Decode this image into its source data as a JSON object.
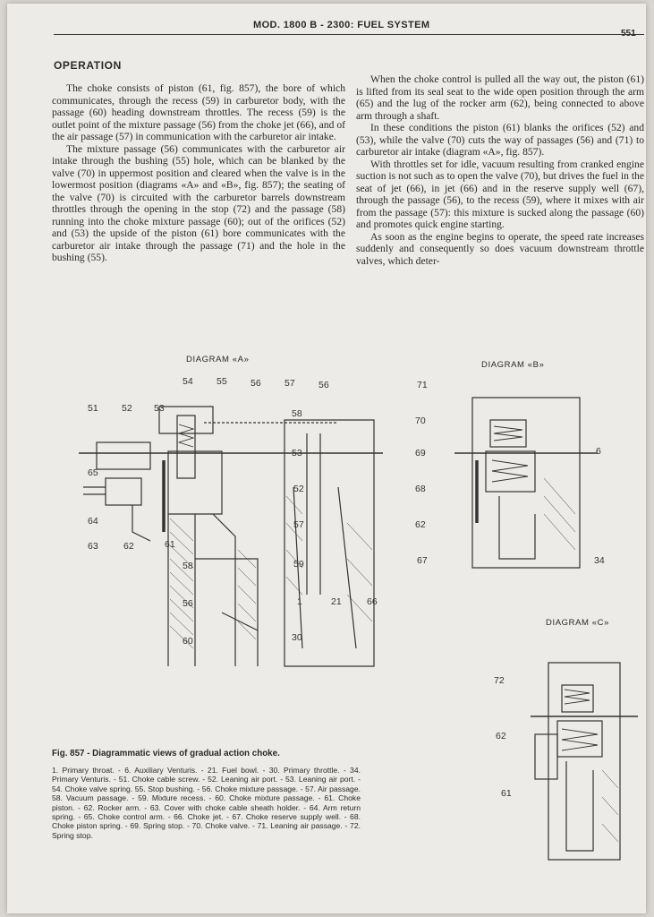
{
  "header": {
    "title": "MOD. 1800 B - 2300: FUEL SYSTEM",
    "page_number": "551"
  },
  "operation_heading": "OPERATION",
  "left_column": [
    "The choke consists of piston (61, fig. 857), the bore of which communicates, through the recess (59) in carburetor body, with the passage (60) heading downstream throttles. The recess (59) is the outlet point of the mixture passage (56) from the choke jet (66), and of the air passage (57) in communication with the carburetor air intake.",
    "The mixture passage (56) communicates with the carburetor air intake through the bushing (55) hole, which can be blanked by the valve (70) in uppermost position and cleared when the valve is in the lowermost position (diagrams «A» and «B», fig. 857); the seating of the valve (70) is circuited with the carburetor barrels downstream throttles through the opening in the stop (72) and the passage (58) running into the choke mixture passage (60); out of the orifices (52) and (53) the upside of the piston (61) bore communicates with the carburetor air intake through the passage (71) and the hole in the bushing (55)."
  ],
  "right_column": [
    "When the choke control is pulled all the way out, the piston (61) is lifted from its seal seat to the wide open position through the arm (65) and the lug of the rocker arm (62), being connected to above arm through a shaft.",
    "In these conditions the piston (61) blanks the orifices (52) and (53), while the valve (70) cuts the way of passages (56) and (71) to carburetor air intake (diagram «A», fig. 857).",
    "With throttles set for idle, vacuum resulting from cranked engine suction is not such as to open the valve (70), but drives the fuel in the seat of jet (66), in jet (66) and in the reserve supply well (67), through the passage (56), to the recess (59), where it mixes with air from the passage (57): this mixture is sucked along the passage (60) and promotes quick engine starting.",
    "As soon as the engine begins to operate, the speed rate increases suddenly and consequently so does vacuum downstream throttle valves, which deter-"
  ],
  "diagrams": {
    "a": {
      "title": "DIAGRAM «A»",
      "labels": [
        "54",
        "55",
        "56",
        "57",
        "56",
        "51",
        "52",
        "53",
        "58",
        "53",
        "65",
        "52",
        "64",
        "57",
        "63",
        "62",
        "61",
        "59",
        "58",
        "56",
        "1",
        "21",
        "66",
        "60",
        "30"
      ]
    },
    "b": {
      "title": "DIAGRAM «B»",
      "labels": [
        "71",
        "70",
        "69",
        "6",
        "68",
        "62",
        "67",
        "34"
      ]
    },
    "c": {
      "title": "DIAGRAM «C»",
      "labels": [
        "72",
        "62",
        "61"
      ]
    }
  },
  "caption": {
    "title": "Fig. 857 - Diagrammatic views of gradual action choke.",
    "text": "1. Primary throat. - 6. Auxiliary Venturis. - 21. Fuel bowl. - 30. Primary throttle. - 34. Primary Venturis. - 51. Choke cable screw. - 52. Leaning air port. - 53. Leaning air port. - 54. Choke valve spring. 55. Stop bushing. - 56. Choke mixture passage. - 57. Air passage. 58. Vacuum passage. - 59. Mixture recess. - 60. Choke mixture passage. - 61. Choke piston. - 62. Rocker arm. - 63. Cover with choke cable sheath holder. - 64. Arm return spring. - 65. Choke control arm. - 66. Choke jet. - 67. Choke reserve supply well. - 68. Choke piston spring. - 69. Spring stop. - 70. Choke valve. - 71. Leaning air passage. - 72. Spring stop."
  }
}
